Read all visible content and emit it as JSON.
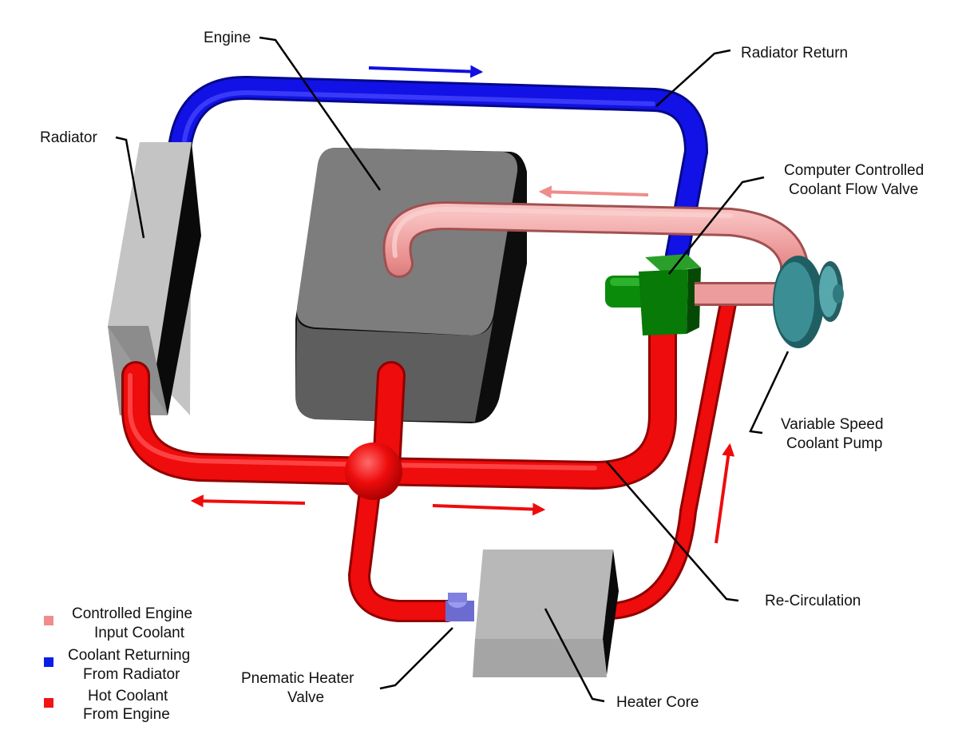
{
  "labels": {
    "engine": "Engine",
    "radiator": "Radiator",
    "radiator_return": "Radiator Return",
    "flow_valve_line1": "Computer Controlled",
    "flow_valve_line2": "Coolant Flow Valve",
    "pump_line1": "Variable Speed",
    "pump_line2": "Coolant Pump",
    "recirculation": "Re-Circulation",
    "heater_valve_line1": "Pnematic Heater",
    "heater_valve_line2": "Valve",
    "heater_core": "Heater Core"
  },
  "legend": [
    {
      "line1": "Controlled Engine",
      "line2": "Input Coolant",
      "color": "#f08c8c"
    },
    {
      "line1": "Coolant Returning",
      "line2": "From Radiator",
      "color": "#0a1ee6"
    },
    {
      "line1": "Hot Coolant",
      "line2": "From Engine",
      "color": "#f01414"
    }
  ],
  "colors": {
    "cold": "#1010e0",
    "hot": "#ee0c0c",
    "controlled": "#ec9090",
    "valve": "#0a8a0a",
    "pump": "#3b8f94",
    "heater_valve": "#8080e0"
  }
}
